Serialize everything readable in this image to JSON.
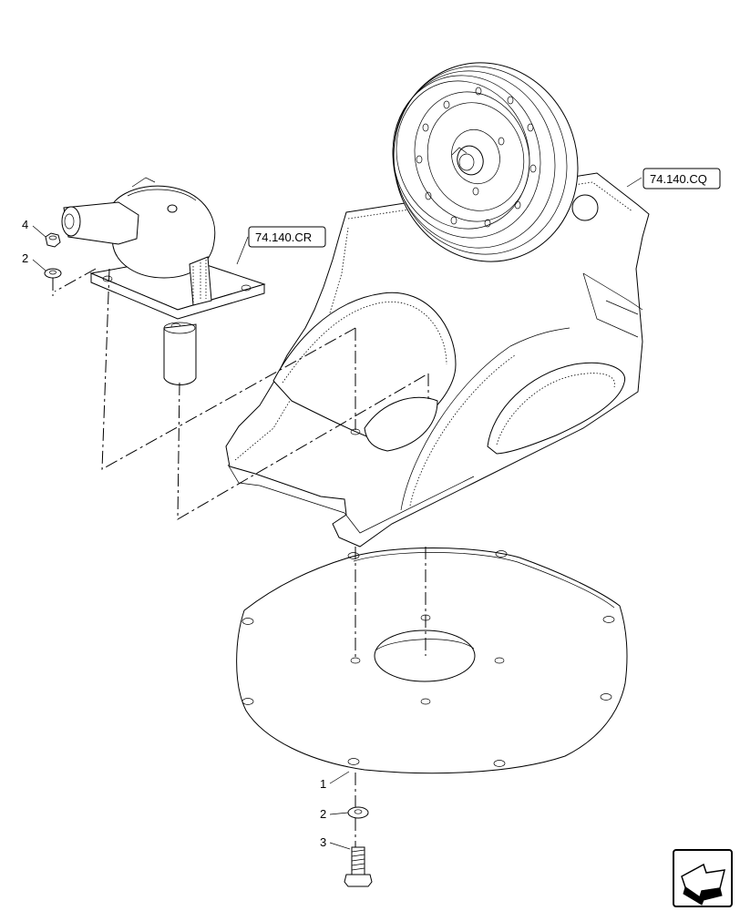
{
  "references": {
    "gearbox_ref": "74.140.CR",
    "pulley_ref": "74.140.CQ"
  },
  "callouts": {
    "plate": "1",
    "washer_top": "2",
    "washer_bottom": "2",
    "bolt": "3",
    "nut": "4"
  },
  "icons": {
    "nav": "next-page-arrow-icon"
  }
}
